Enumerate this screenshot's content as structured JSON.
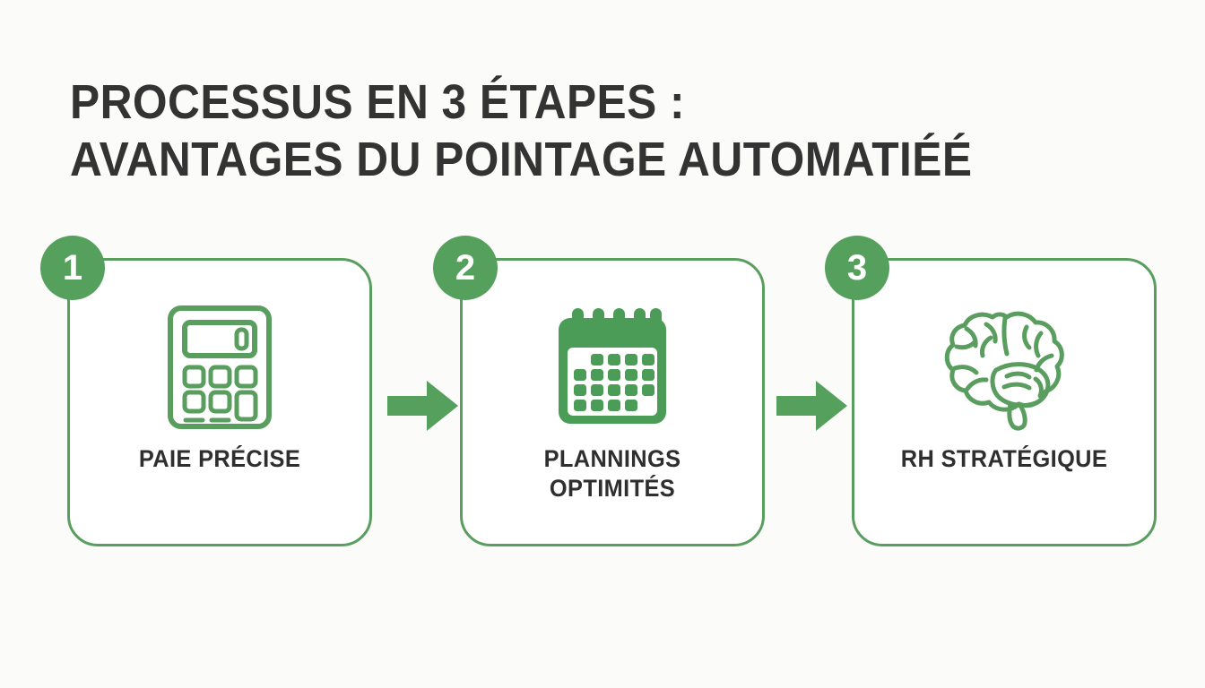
{
  "page": {
    "background_color": "#fbfbfa",
    "accent_green": "#55a05c",
    "border_green": "#5a9e5f",
    "text_dark": "#333333"
  },
  "title": {
    "line1": "PROCESSUS EN 3 ÉTAPES :",
    "line2": "AVANTAGES DU POINTAGE AUTOMATIÉÉ"
  },
  "steps": [
    {
      "number": "1",
      "label_line1": "PAIE PRÉCISE",
      "label_line2": "",
      "icon": "calculator-icon"
    },
    {
      "number": "2",
      "label_line1": "PLANNINGS",
      "label_line2": "OPTIMITÉS",
      "icon": "calendar-icon"
    },
    {
      "number": "3",
      "label_line1": "RH STRATÉGIQUE",
      "label_line2": "",
      "icon": "brain-icon"
    }
  ],
  "connectors": [
    {
      "name": "arrow-right-1"
    },
    {
      "name": "arrow-right-2"
    }
  ]
}
